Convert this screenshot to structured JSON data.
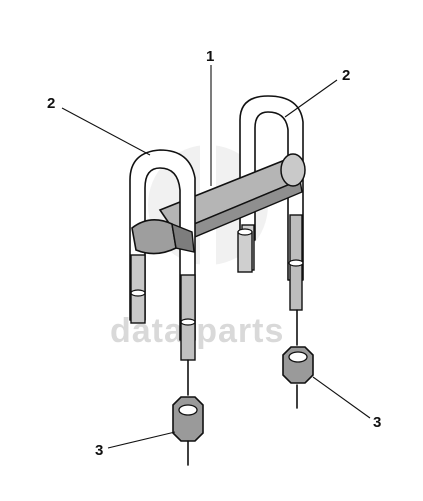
{
  "callouts": {
    "item_1": "1",
    "item_2_left": "2",
    "item_2_right": "2",
    "item_3_left": "3",
    "item_3_right": "3"
  },
  "watermark": {
    "text": "data-parts"
  },
  "colors": {
    "line": "#111111",
    "tone": "#bdbdbd",
    "tone_dark": "#8c8c8c",
    "watermark": "#d9d9d9"
  }
}
